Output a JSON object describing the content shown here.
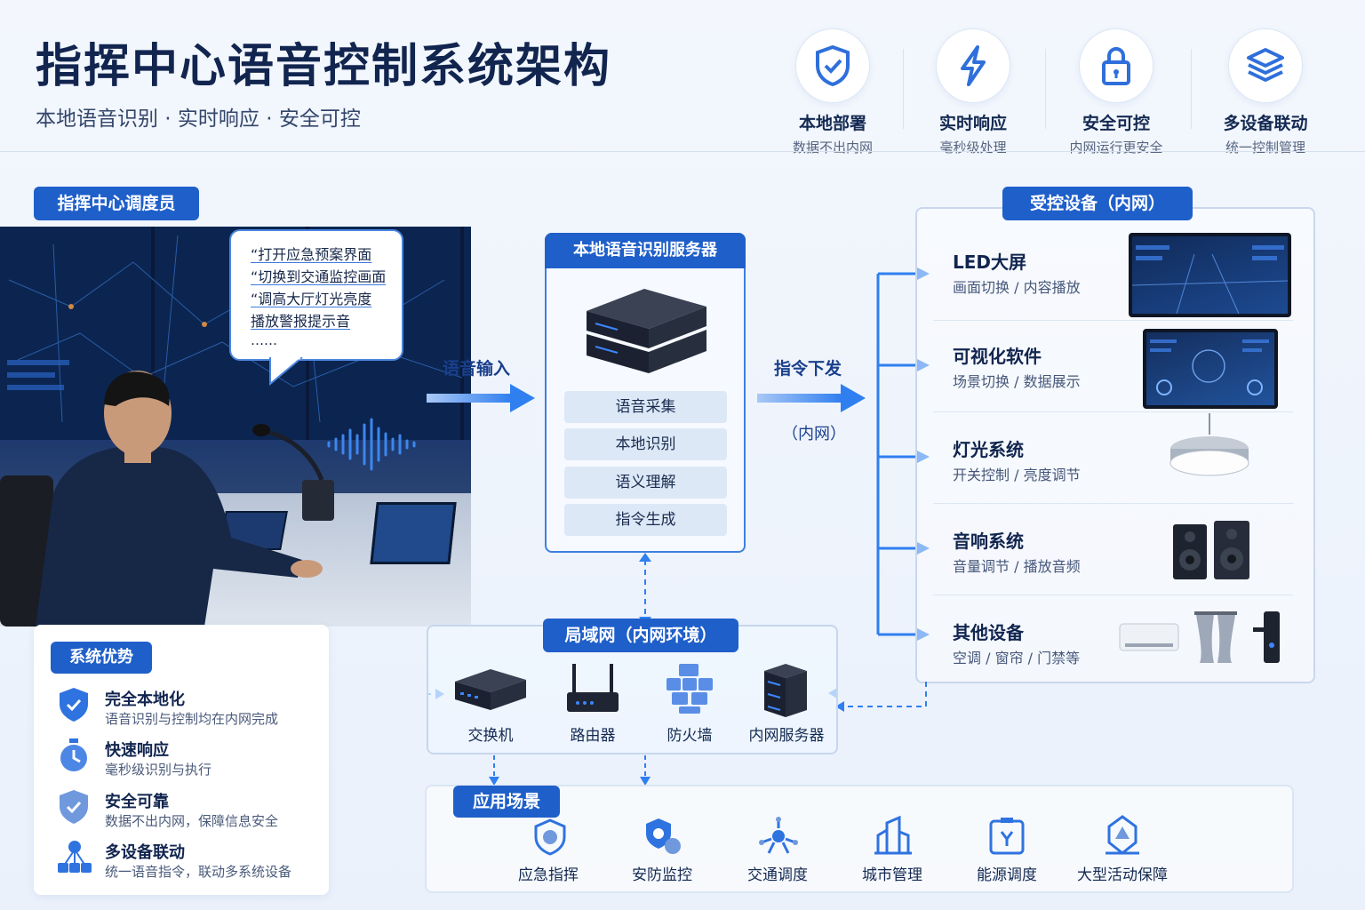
{
  "header": {
    "title": "指挥中心语音控制系统架构",
    "subtitle": "本地语音识别 · 实时响应 · 安全可控"
  },
  "features": [
    {
      "title": "本地部署",
      "sub": "数据不出内网",
      "icon": "shield-check-icon"
    },
    {
      "title": "实时响应",
      "sub": "毫秒级处理",
      "icon": "lightning-icon"
    },
    {
      "title": "安全可控",
      "sub": "内网运行更安全",
      "icon": "lock-icon"
    },
    {
      "title": "多设备联动",
      "sub": "统一控制管理",
      "icon": "layers-icon"
    }
  ],
  "operator": {
    "label": "指挥中心调度员",
    "commands": [
      "“打开应急预案界面",
      "“切换到交通监控画面",
      "“调高大厅灯光亮度",
      "播放警报提示音"
    ],
    "more": "……",
    "voice_input": "语音输入"
  },
  "server": {
    "title": "本地语音识别服务器",
    "steps": [
      "语音采集",
      "本地识别",
      "语义理解",
      "指令生成"
    ]
  },
  "dispatch": {
    "label": "指令下发",
    "sub": "（内网）"
  },
  "devices": {
    "title": "受控设备（内网）",
    "items": [
      {
        "name": "LED大屏",
        "desc": "画面切换 / 内容播放"
      },
      {
        "name": "可视化软件",
        "desc": "场景切换 / 数据展示"
      },
      {
        "name": "灯光系统",
        "desc": "开关控制 / 亮度调节"
      },
      {
        "name": "音响系统",
        "desc": "音量调节 / 播放音频"
      },
      {
        "name": "其他设备",
        "desc": "空调 / 窗帘 / 门禁等"
      }
    ]
  },
  "lan": {
    "title": "局域网（内网环境）",
    "items": [
      "交换机",
      "路由器",
      "防火墙",
      "内网服务器"
    ]
  },
  "advantages": {
    "title": "系统优势",
    "items": [
      {
        "title": "完全本地化",
        "desc": "语音识别与控制均在内网完成"
      },
      {
        "title": "快速响应",
        "desc": "毫秒级识别与执行"
      },
      {
        "title": "安全可靠",
        "desc": "数据不出内网，保障信息安全"
      },
      {
        "title": "多设备联动",
        "desc": "统一语音指令，联动多系统设备"
      }
    ]
  },
  "scenarios": {
    "title": "应用场景",
    "items": [
      "应急指挥",
      "安防监控",
      "交通调度",
      "城市管理",
      "能源调度",
      "大型活动保障"
    ]
  },
  "colors": {
    "accent": "#1f5fc9",
    "arrow": "#2f7ff0",
    "title": "#11254f"
  }
}
